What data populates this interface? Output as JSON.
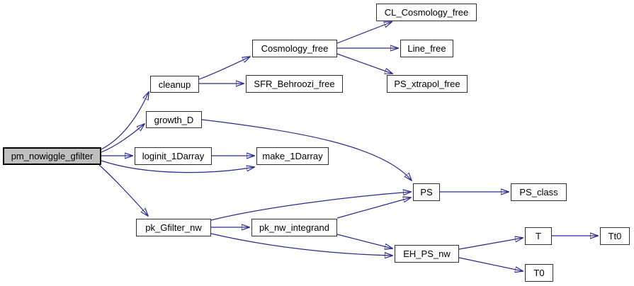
{
  "graph": {
    "kind": "call-graph",
    "colors": {
      "edge": "#2a2a94",
      "node_border": "#303030",
      "node_fill": "#ffffff",
      "highlight_fill": "#bfbfbf",
      "highlight_border": "#000000",
      "text": "#000000",
      "background": "#ffffff"
    },
    "nodes": [
      {
        "id": "pm_nowiggle_gfilter",
        "label": "pm_nowiggle_gfilter",
        "highlighted": true
      },
      {
        "id": "cleanup",
        "label": "cleanup",
        "highlighted": false
      },
      {
        "id": "growth_D",
        "label": "growth_D",
        "highlighted": false
      },
      {
        "id": "loginit_1Darray",
        "label": "loginit_1Darray",
        "highlighted": false
      },
      {
        "id": "pk_Gfilter_nw",
        "label": "pk_Gfilter_nw",
        "highlighted": false
      },
      {
        "id": "Cosmology_free",
        "label": "Cosmology_free",
        "highlighted": false
      },
      {
        "id": "SFR_Behroozi_free",
        "label": "SFR_Behroozi_free",
        "highlighted": false
      },
      {
        "id": "make_1Darray",
        "label": "make_1Darray",
        "highlighted": false
      },
      {
        "id": "pk_nw_integrand",
        "label": "pk_nw_integrand",
        "highlighted": false
      },
      {
        "id": "CL_Cosmology_free",
        "label": "CL_Cosmology_free",
        "highlighted": false
      },
      {
        "id": "Line_free",
        "label": "Line_free",
        "highlighted": false
      },
      {
        "id": "PS_xtrapol_free",
        "label": "PS_xtrapol_free",
        "highlighted": false
      },
      {
        "id": "PS",
        "label": "PS",
        "highlighted": false
      },
      {
        "id": "PS_class",
        "label": "PS_class",
        "highlighted": false
      },
      {
        "id": "EH_PS_nw",
        "label": "EH_PS_nw",
        "highlighted": false
      },
      {
        "id": "T",
        "label": "T",
        "highlighted": false
      },
      {
        "id": "T0",
        "label": "T0",
        "highlighted": false
      },
      {
        "id": "Tt0",
        "label": "Tt0",
        "highlighted": false
      }
    ],
    "edges": [
      {
        "from": "pm_nowiggle_gfilter",
        "to": "cleanup"
      },
      {
        "from": "pm_nowiggle_gfilter",
        "to": "growth_D"
      },
      {
        "from": "pm_nowiggle_gfilter",
        "to": "loginit_1Darray"
      },
      {
        "from": "pm_nowiggle_gfilter",
        "to": "make_1Darray"
      },
      {
        "from": "pm_nowiggle_gfilter",
        "to": "pk_Gfilter_nw"
      },
      {
        "from": "cleanup",
        "to": "Cosmology_free"
      },
      {
        "from": "cleanup",
        "to": "SFR_Behroozi_free"
      },
      {
        "from": "Cosmology_free",
        "to": "CL_Cosmology_free"
      },
      {
        "from": "Cosmology_free",
        "to": "Line_free"
      },
      {
        "from": "Cosmology_free",
        "to": "PS_xtrapol_free"
      },
      {
        "from": "growth_D",
        "to": "PS"
      },
      {
        "from": "loginit_1Darray",
        "to": "make_1Darray"
      },
      {
        "from": "pk_Gfilter_nw",
        "to": "pk_nw_integrand"
      },
      {
        "from": "pk_Gfilter_nw",
        "to": "PS"
      },
      {
        "from": "pk_Gfilter_nw",
        "to": "EH_PS_nw"
      },
      {
        "from": "pk_nw_integrand",
        "to": "PS"
      },
      {
        "from": "pk_nw_integrand",
        "to": "EH_PS_nw"
      },
      {
        "from": "PS",
        "to": "PS_class"
      },
      {
        "from": "EH_PS_nw",
        "to": "T"
      },
      {
        "from": "EH_PS_nw",
        "to": "T0"
      },
      {
        "from": "T",
        "to": "Tt0"
      }
    ]
  }
}
